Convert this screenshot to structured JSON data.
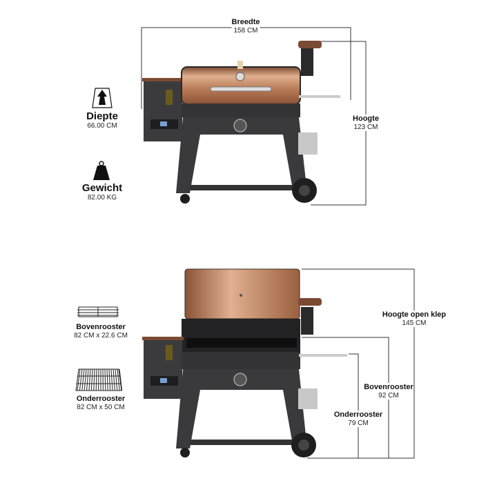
{
  "top": {
    "width": {
      "label": "Breedte",
      "value": "158 CM"
    },
    "height": {
      "label": "Hoogte",
      "value": "123 CM"
    },
    "depth": {
      "label": "Diepte",
      "value": "66.00 CM",
      "icon": "depth-arrow-icon"
    },
    "weight": {
      "label": "Gewicht",
      "value": "82.00 KG",
      "icon": "weight-icon"
    }
  },
  "bottom": {
    "open_lid_height": {
      "label": "Hoogte open klep",
      "value": "145 CM"
    },
    "upper_grate_height": {
      "label": "Bovenrooster",
      "value": "92 CM"
    },
    "lower_grate_height": {
      "label": "Onderrooster",
      "value": "79 CM"
    },
    "upper_grate": {
      "label": "Bovenrooster",
      "value": "82  CM x 22.6 CM",
      "icon": "upper-grate-icon"
    },
    "lower_grate": {
      "label": "Onderrooster",
      "value": "82 CM x 50 CM",
      "icon": "lower-grate-icon"
    }
  },
  "colors": {
    "copper": "#b87a55",
    "body": "#3a3a3c",
    "line": "#333333"
  }
}
